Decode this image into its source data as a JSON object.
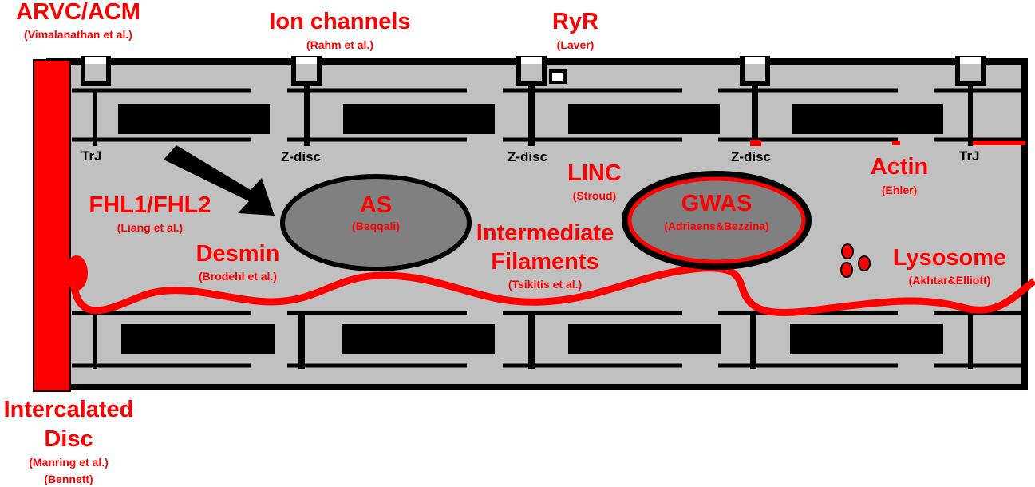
{
  "colors": {
    "cell_fill": "#c0c0c0",
    "outline": "#000000",
    "highlight": "#ff0000",
    "ellipse_fill": "#808080"
  },
  "labels": {
    "arvc": {
      "title": "ARVC/ACM",
      "cite": "(Vimalanathan et al.)"
    },
    "ion": {
      "title": "Ion channels",
      "cite": "(Rahm et al.)"
    },
    "ryr": {
      "title": "RyR",
      "cite": "(Laver)"
    },
    "fhl": {
      "title": "FHL1/FHL2",
      "cite": "(Liang et al.)"
    },
    "desmin": {
      "title": "Desmin",
      "cite": "(Brodehl et al.)"
    },
    "as": {
      "title": "AS",
      "cite": "(Beqqali)"
    },
    "linc": {
      "title": "LINC",
      "cite": "(Stroud)"
    },
    "gwas": {
      "title": "GWAS",
      "cite": "(Adriaens&Bezzina)"
    },
    "intermediate": {
      "title_line1": "Intermediate",
      "title_line2": "Filaments",
      "cite": "(Tsikitis et al.)"
    },
    "actin": {
      "title": "Actin",
      "cite": "(Ehler)"
    },
    "lysosome": {
      "title": "Lysosome",
      "cite": "(Akhtar&Elliott)"
    },
    "disc": {
      "title_line1": "Intercalated",
      "title_line2": "Disc",
      "cite1": "(Manring et al.)",
      "cite2": "(Bennett)"
    }
  },
  "structure_labels": {
    "trj_left": "TrJ",
    "zdisc_1": "Z-disc",
    "zdisc_2": "Z-disc",
    "zdisc_3": "Z-disc",
    "trj_right": "TrJ"
  }
}
